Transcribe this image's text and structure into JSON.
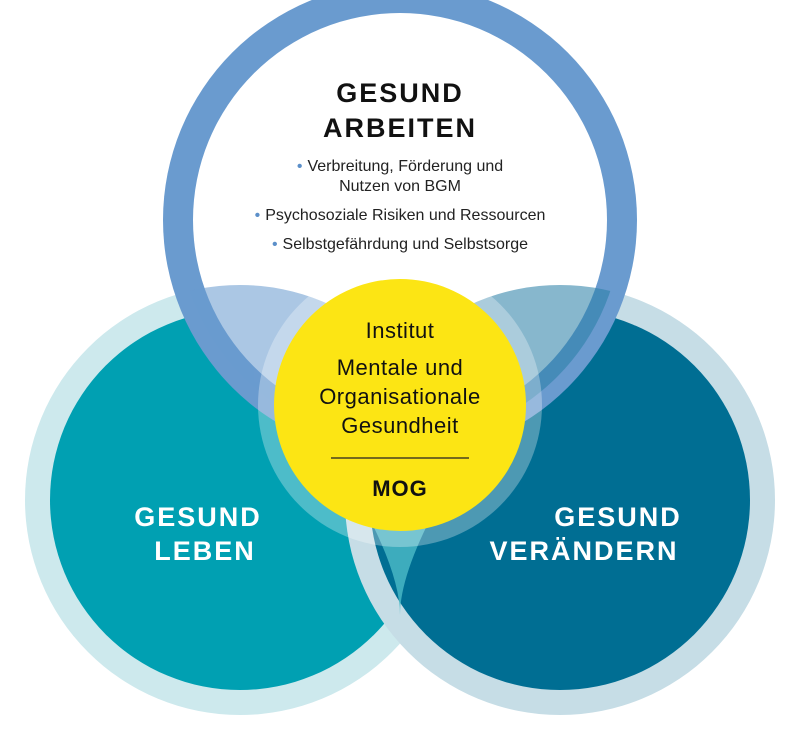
{
  "top": {
    "title_line1": "GESUND",
    "title_line2": "ARBEITEN",
    "bullets": [
      "Verbreitung, Förderung und",
      "Nutzen von BGM",
      "Psychosoziale Risiken und Ressourcen",
      "Selbstgefährdung und Selbstsorge"
    ]
  },
  "left": {
    "line1": "GESUND",
    "line2": "LEBEN"
  },
  "right": {
    "line1": "GESUND",
    "line2": "VERÄNDERN"
  },
  "center": {
    "line1": "Institut",
    "line2": "Mentale und",
    "line3": "Organisationale",
    "line4": "Gesundheit",
    "abbr": "MOG"
  },
  "colors": {
    "top_ring": "#6a9bcf",
    "left_fill": "#00a0b2",
    "left_ring": "#cde9ed",
    "right_fill": "#006e93",
    "right_ring": "#c6dde6",
    "center": "#fce514"
  }
}
